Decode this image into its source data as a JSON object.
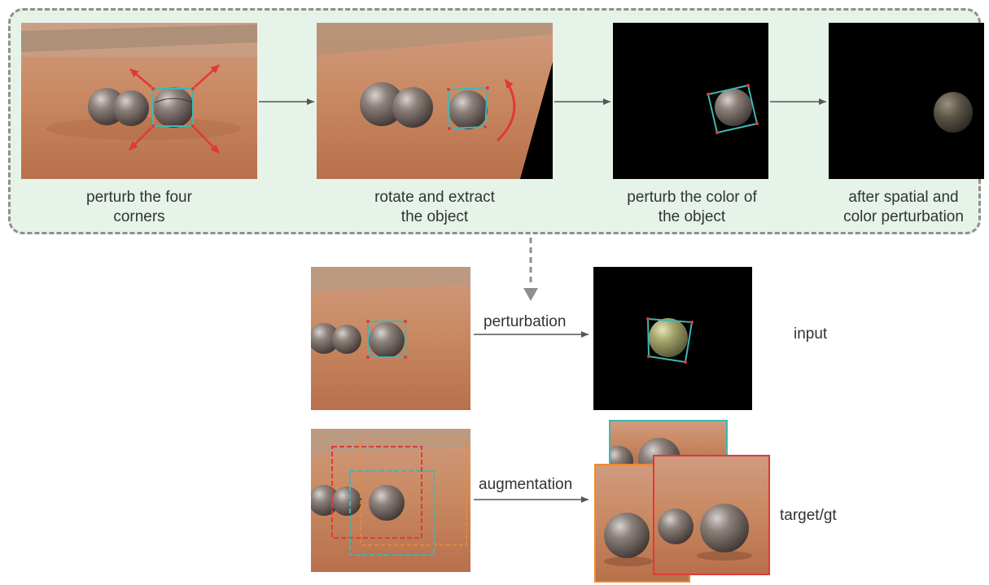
{
  "pipeline": {
    "steps": [
      {
        "caption": "perturb the four\ncorners"
      },
      {
        "caption": "rotate and extract\nthe object"
      },
      {
        "caption": "perturb the color of\nthe object"
      },
      {
        "caption": "after spatial and\ncolor perturbation"
      }
    ]
  },
  "rows": {
    "perturbation": {
      "arrow_label": "perturbation",
      "result_label": "input"
    },
    "augmentation": {
      "arrow_label": "augmentation",
      "result_label": "target/gt"
    }
  },
  "colors": {
    "panel_bg": "#e6f3e8",
    "panel_border": "#8f8f8f",
    "cyan_box": "#3fb7b5",
    "red_marker": "#e03a35",
    "orange_box": "#f08a2c",
    "sand": "#c9825a",
    "ball": "#6e625d"
  }
}
